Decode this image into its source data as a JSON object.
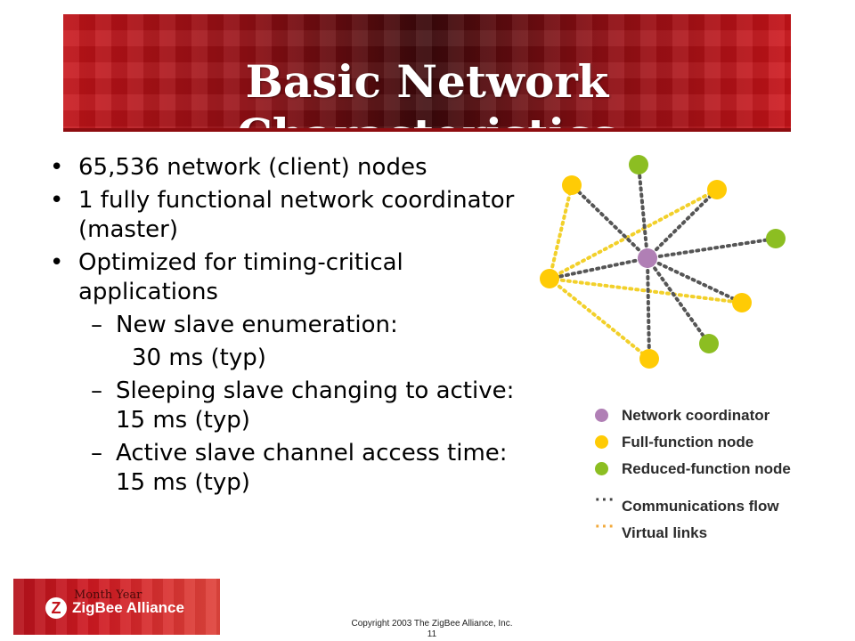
{
  "title": "Basic Network Characteristics",
  "bullets": {
    "b1": "65,536 network (client) nodes",
    "b2": "1 fully functional network coordinator (master)",
    "b3": "Optimized for timing-critical applications",
    "sub1": "New slave enumeration:",
    "sub1_value": "30 ms (typ)",
    "sub2": "Sleeping slave changing to active: 15 ms (typ)",
    "sub3": "Active slave channel access time: 15 ms (typ)",
    "bullet_glyph": "•",
    "dash_glyph": "–"
  },
  "legend": {
    "coordinator": "Network coordinator",
    "full_function": "Full-function node",
    "reduced_function": "Reduced-function node",
    "communications_flow": "Communications flow",
    "virtual_links": "Virtual links",
    "dots_glyph": "···"
  },
  "colors": {
    "coordinator": "#b07fb5",
    "full_function": "#ffcb05",
    "reduced_function": "#8cbe22",
    "comm_line": "#555555",
    "virtual_line": "#f2d02a",
    "brand_red": "#c8141c"
  },
  "footer": {
    "month_year": "Month Year",
    "logo_text": "ZigBee Alliance",
    "logo_letter": "Z",
    "copyright": "Copyright 2003 The ZigBee Alliance, Inc.",
    "page_number": "11"
  }
}
